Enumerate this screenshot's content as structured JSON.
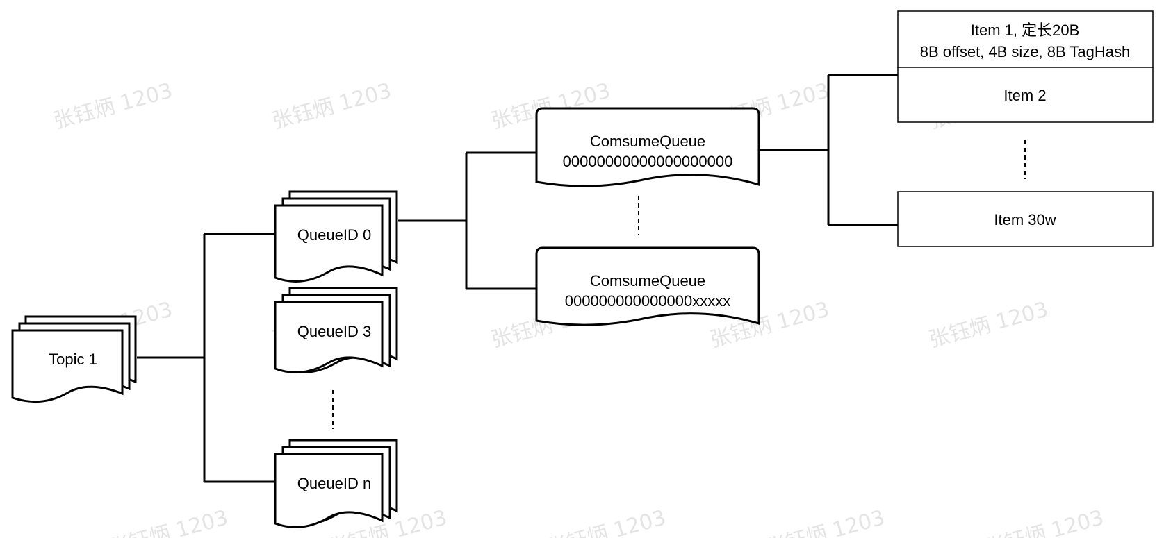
{
  "topic": {
    "label": "Topic 1"
  },
  "queues": [
    {
      "label": "QueueID 0"
    },
    {
      "label": "QueueID 3"
    },
    {
      "label": "QueueID n"
    }
  ],
  "consume_queues": [
    {
      "title": "ComsumeQueue",
      "name": "00000000000000000000"
    },
    {
      "title": "ComsumeQueue",
      "name": "000000000000000xxxxx"
    }
  ],
  "items": {
    "first_title": "Item 1, 定长20B",
    "first_detail": "8B offset, 4B size, 8B TagHash",
    "second": "Item 2",
    "last": "Item 30w"
  },
  "watermark": "张钰炳 1203"
}
